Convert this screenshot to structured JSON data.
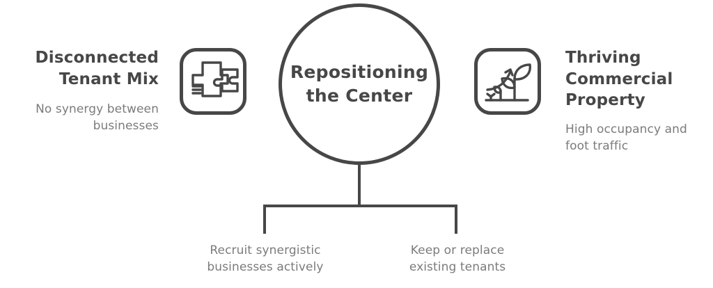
{
  "diagram": {
    "type": "transformation-flow",
    "center": {
      "label": "Repositioning\nthe Center",
      "line1": "Repositioning",
      "line2": "the Center",
      "shape": "circle"
    },
    "left": {
      "title_line1": "Disconnected",
      "title_line2": "Tenant Mix",
      "subtitle_line1": "No synergy between",
      "subtitle_line2": "businesses",
      "icon": "puzzle-pieces-icon"
    },
    "right": {
      "title_line1": "Thriving",
      "title_line2": "Commercial",
      "title_line3": "Property",
      "subtitle_line1": "High occupancy and",
      "subtitle_line2": "foot traffic",
      "icon": "growing-plant-arrow-icon"
    },
    "actions": [
      {
        "line1": "Recruit synergistic",
        "line2": "businesses actively"
      },
      {
        "line1": "Keep or replace",
        "line2": "existing tenants"
      }
    ],
    "colors": {
      "stroke": "#474747",
      "title": "#474747",
      "subtitle": "#7b7b7b",
      "background": "#ffffff"
    }
  }
}
